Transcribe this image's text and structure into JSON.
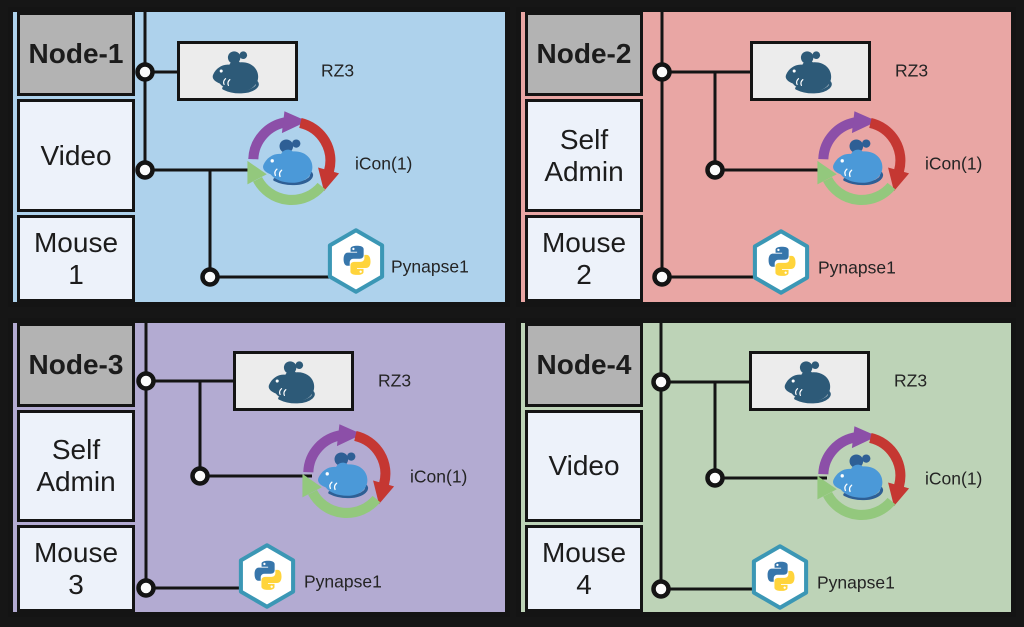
{
  "diagram": {
    "description_labels": {
      "rz3_device": "RZ3",
      "icon_device": "iCon(1)",
      "pynapse_device": "Pynapse1"
    }
  },
  "nodes": [
    {
      "title": "Node-1",
      "row2": "Video",
      "row3": "Mouse 1",
      "bg": "#aed2ec",
      "rz3": "RZ3",
      "icon": "iCon(1)",
      "pynapse": "Pynapse1"
    },
    {
      "title": "Node-2",
      "row2": "Self Admin",
      "row3": "Mouse 2",
      "bg": "#e9a6a4",
      "rz3": "RZ3",
      "icon": "iCon(1)",
      "pynapse": "Pynapse1"
    },
    {
      "title": "Node-3",
      "row2": "Self Admin",
      "row3": "Mouse 3",
      "bg": "#b3abd2",
      "rz3": "RZ3",
      "icon": "iCon(1)",
      "pynapse": "Pynapse1"
    },
    {
      "title": "Node-4",
      "row2": "Video",
      "row3": "Mouse 4",
      "bg": "#bdd3b7",
      "rz3": "RZ3",
      "icon": "iCon(1)",
      "pynapse": "Pynapse1"
    }
  ],
  "icons": {
    "rat": "rat-silhouette-icon",
    "cycle": "mouse-cycle-arrows-icon",
    "python": "python-hexagon-icon",
    "connector": "wire-junction-circle"
  },
  "colors": {
    "node1_bg": "#aed2ec",
    "node2_bg": "#e9a6a4",
    "node3_bg": "#b3abd2",
    "node4_bg": "#bdd3b7",
    "header_bg": "#b3b3b3",
    "cell_bg": "#edf2fa",
    "frame": "#161616",
    "wire": "#141414",
    "arrow_purple": "#8c4fa8",
    "arrow_red": "#c53732",
    "arrow_green": "#93c87d",
    "mouse_dark": "#2d5a78",
    "mouse_blue": "#4b99d8",
    "python_blue": "#3776ab",
    "python_yellow": "#ffd43b",
    "hexagon_teal": "#3b97b5"
  }
}
